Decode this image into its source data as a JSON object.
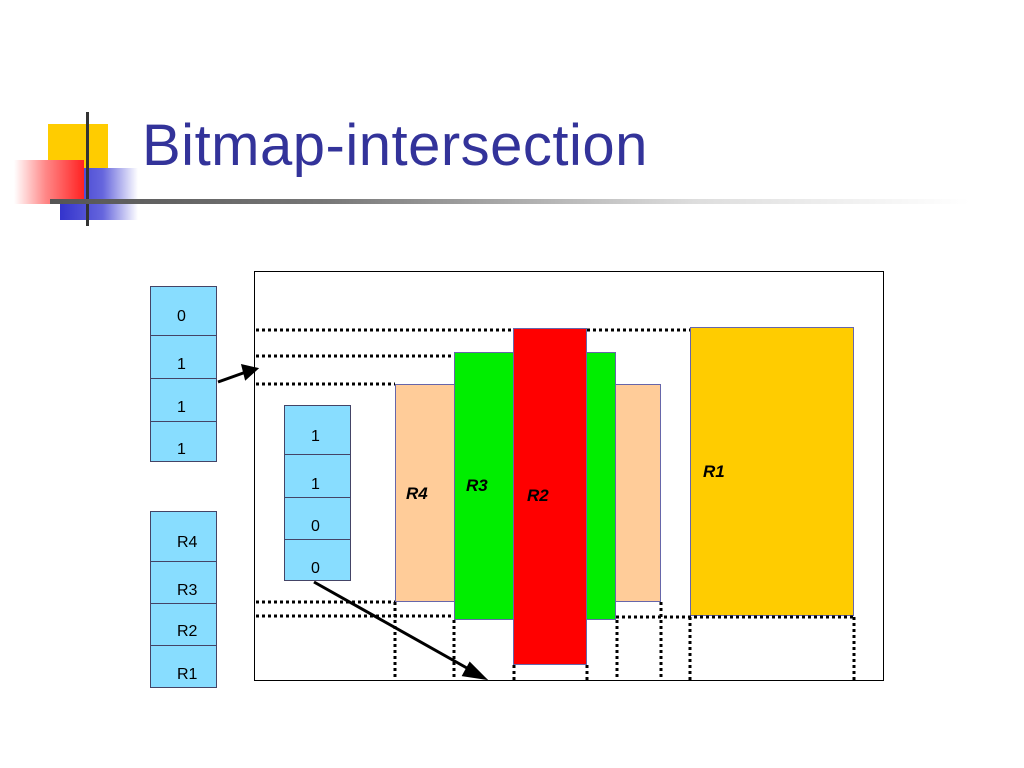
{
  "title": "Bitmap-intersection",
  "bitmap_top": [
    "0",
    "1",
    "1",
    "1"
  ],
  "rule_list": [
    "R4",
    "R3",
    "R2",
    "R1"
  ],
  "bitmap_mid": [
    "1",
    "1",
    "0",
    "0"
  ],
  "rectangles": {
    "r1": {
      "label": "R1",
      "color": "#ffcc00"
    },
    "r2": {
      "label": "R2",
      "color": "#ff0000"
    },
    "r3": {
      "label": "R3",
      "color": "#00ee00"
    },
    "r4": {
      "label": "R4",
      "color": "#ffcc99"
    }
  }
}
